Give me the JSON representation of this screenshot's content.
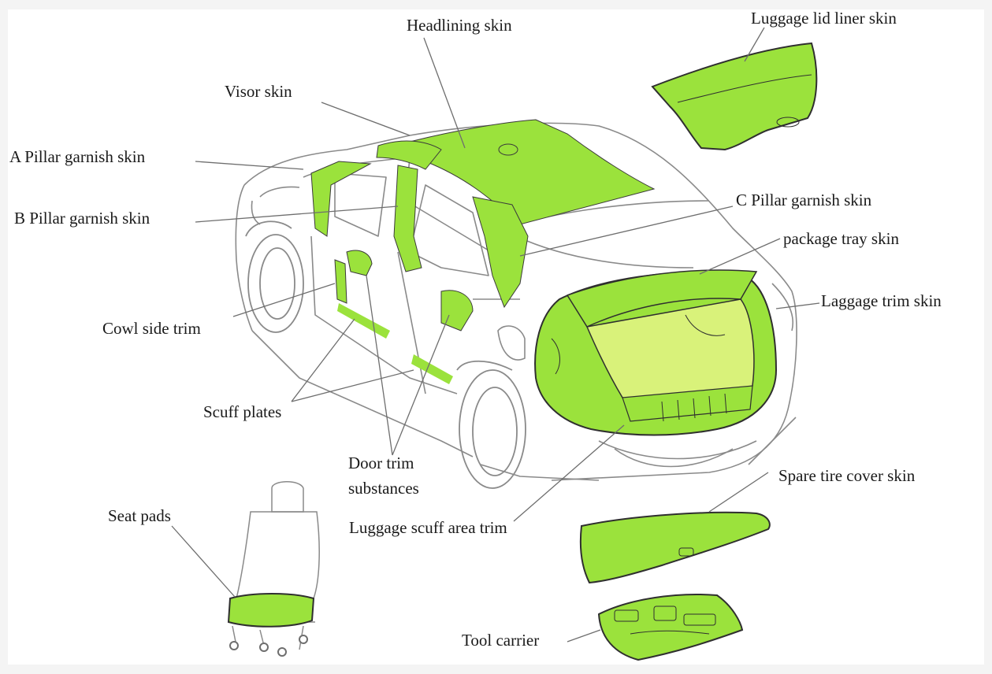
{
  "diagram": {
    "colors": {
      "part_fill": "#9be23c",
      "part_fill_light": "#d9f27a",
      "outline": "#2f2f2f",
      "car_line": "#8a8a8a",
      "leader": "#6e6e6e",
      "background": "#f4f4f4",
      "panel": "#ffffff"
    },
    "labels": {
      "headlining_skin": "Headlining skin",
      "luggage_lid_liner_skin": "Luggage lid liner skin",
      "visor_skin": "Visor skin",
      "a_pillar_garnish_skin": "A Pillar garnish skin",
      "b_pillar_garnish_skin": "B Pillar garnish skin",
      "c_pillar_garnish_skin": "C Pillar garnish skin",
      "package_tray_skin": "package tray skin",
      "laggage_trim_skin": "Laggage trim skin",
      "cowl_side_trim": "Cowl side trim",
      "scuff_plates": "Scuff plates",
      "door_trim_line1": "Door trim",
      "door_trim_line2": "substances",
      "seat_pads": "Seat pads",
      "luggage_scuff_area_trim": "Luggage scuff area trim",
      "spare_tire_cover_skin": "Spare tire cover skin",
      "tool_carrier": "Tool carrier"
    }
  }
}
